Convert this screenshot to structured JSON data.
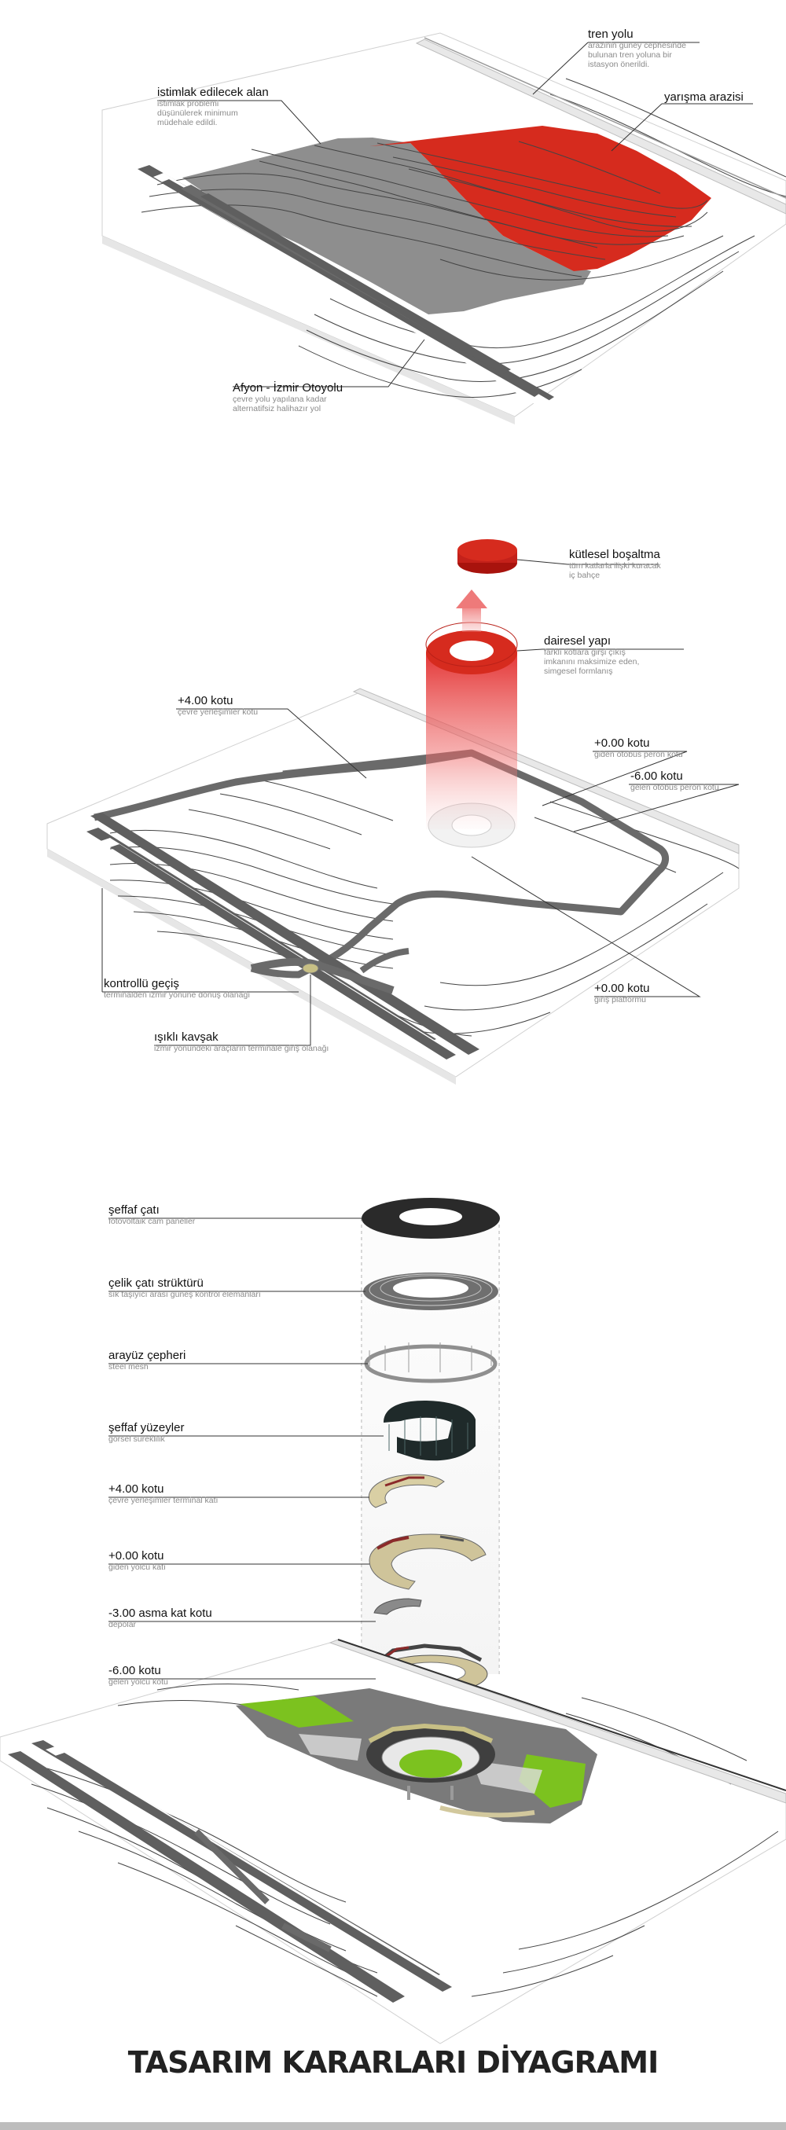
{
  "diagram1": {
    "labels": [
      {
        "key": "tren",
        "title": "tren yolu",
        "sub": "arazinin güney cephesinde\nbulunan tren yoluna bir\nistasyon önerildi."
      },
      {
        "key": "istimlak",
        "title": "istimlak edilecek alan",
        "sub": "istimlak problemi\ndüşünülerek minimum\nmüdehale edildi."
      },
      {
        "key": "yarisma",
        "title": "yarışma arazisi",
        "sub": ""
      },
      {
        "key": "otoyol",
        "title": "Afyon - İzmir Otoyolu",
        "sub": "çevre yolu yapılana kadar\nalternatifsiz halihazır yol"
      }
    ]
  },
  "diagram2": {
    "labels": [
      {
        "key": "kutlesel",
        "title": "kütlesel boşaltma",
        "sub": "tüm katlarla ilişki kuracak\niç bahçe"
      },
      {
        "key": "dairesel",
        "title": "dairesel yapı",
        "sub": "farklı kotlara girşi çıkış\nimkanını maksimize eden,\nsimgesel formlanış"
      },
      {
        "key": "kot4",
        "title": "+4.00 kotu",
        "sub": "çevre yerleşimler kotu"
      },
      {
        "key": "kot0a",
        "title": "+0.00 kotu",
        "sub": "giden otobüs peron kotu"
      },
      {
        "key": "kot6",
        "title": "-6.00 kotu",
        "sub": "gelen otobüs peron kotu"
      },
      {
        "key": "kontrollu",
        "title": "kontrollü geçiş",
        "sub": "terminalden izmir yönüne dönüş olanağı"
      },
      {
        "key": "isikli",
        "title": "ışıklı kavşak",
        "sub": "izmir yönündeki araçların terminale giriş olanağı"
      },
      {
        "key": "kot0b",
        "title": "+0.00 kotu",
        "sub": "giriş platformu"
      }
    ]
  },
  "diagram3": {
    "labels": [
      {
        "key": "cati",
        "title": "şeffaf çatı",
        "sub": "fotovoltaik cam paneller"
      },
      {
        "key": "celik",
        "title": "çelik çatı strüktürü",
        "sub": "sık taşıyıcı arası güneş kontrol elemanları"
      },
      {
        "key": "arayuz",
        "title": "arayüz çepheri",
        "sub": "steel mesh"
      },
      {
        "key": "seffaf",
        "title": "şeffaf yüzeyler",
        "sub": "görsel süreklilik"
      },
      {
        "key": "kot4",
        "title": "+4.00 kotu",
        "sub": "çevre yerleşimler terminal katı"
      },
      {
        "key": "kot0",
        "title": "+0.00 kotu",
        "sub": "giden yolcu katı"
      },
      {
        "key": "asma",
        "title": "-3.00 asma kat kotu",
        "sub": "depolar"
      },
      {
        "key": "kot6",
        "title": "-6.00 kotu",
        "sub": "gelen yolcu kotu"
      }
    ]
  },
  "colors": {
    "red": "#d62b1e",
    "grey": "#8c8c8c",
    "road": "#5f5f5f",
    "green": "#7cc21f"
  },
  "footer": {
    "title": "TASARIM KARARLARI DİYAGRAMI"
  }
}
